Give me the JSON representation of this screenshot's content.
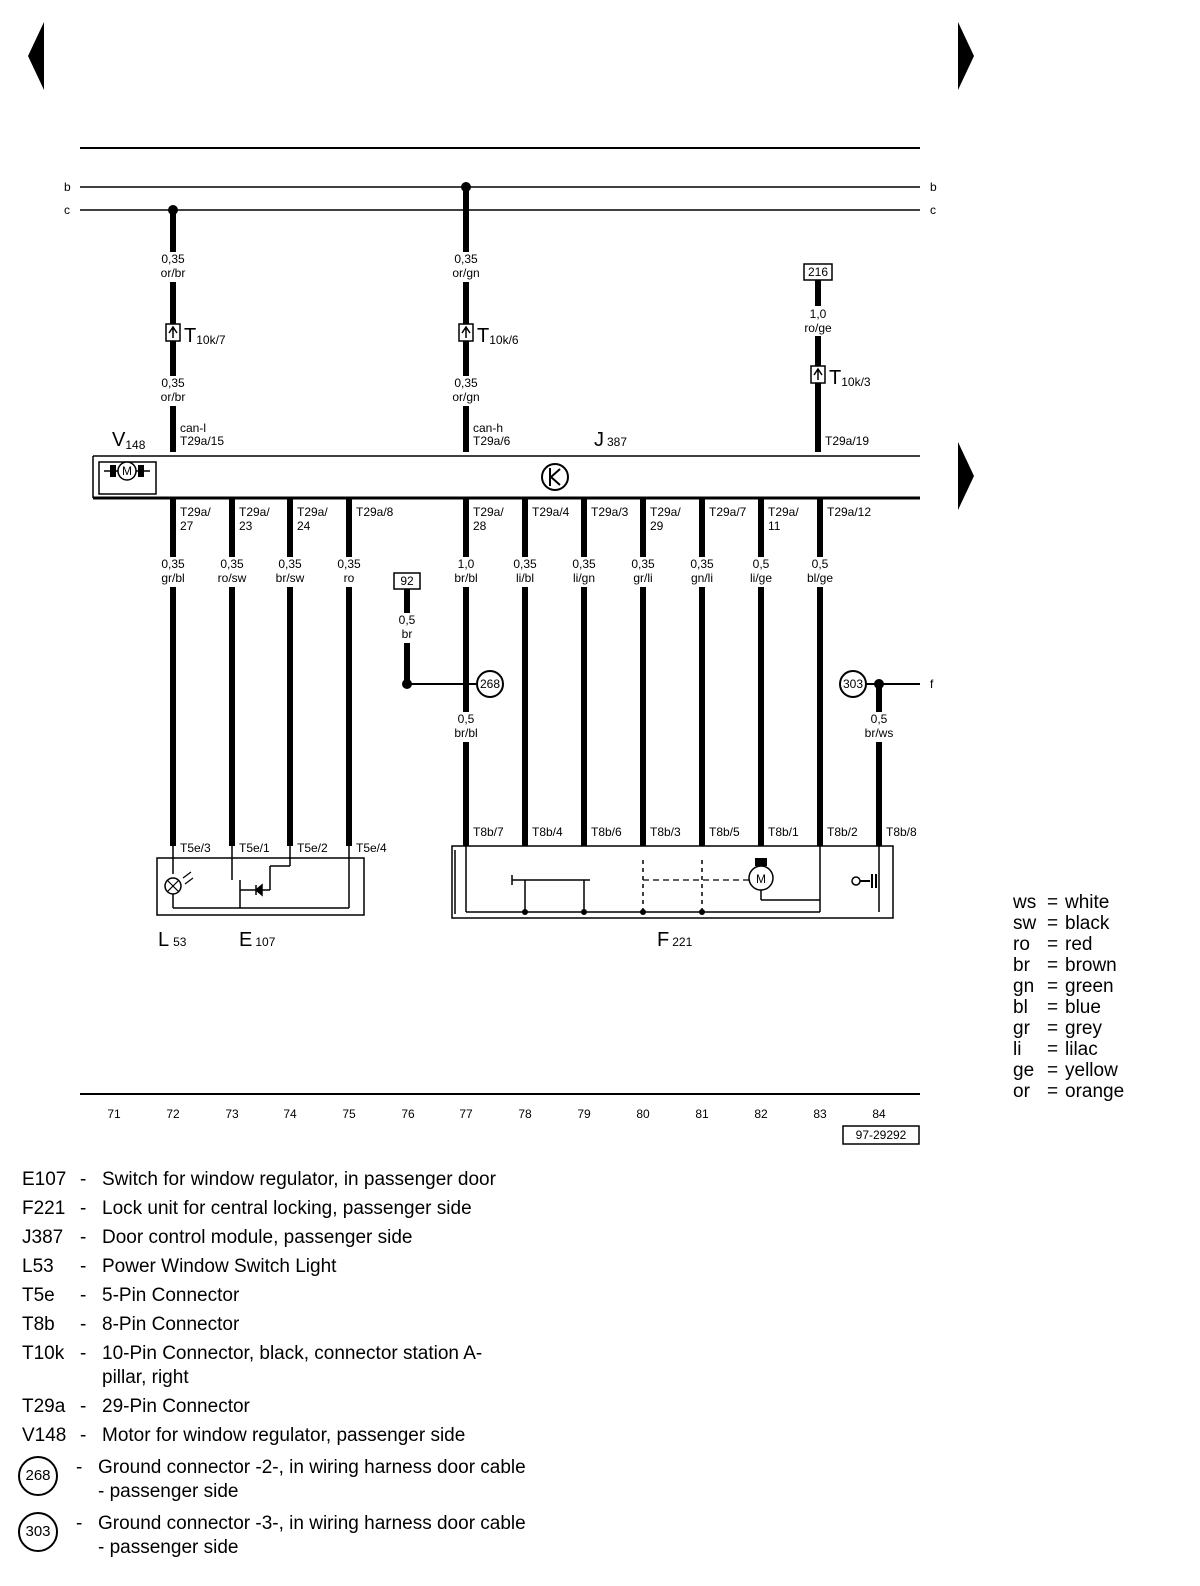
{
  "nav": {
    "prev_label": "previous page",
    "next_label": "next page"
  },
  "buses": {
    "b": "b",
    "c": "c",
    "f": "f"
  },
  "components": {
    "j387": {
      "letter": "J",
      "sub": "387"
    },
    "v148": {
      "letter": "V",
      "sub": "148"
    },
    "l53": {
      "letter": "L",
      "sub": "53"
    },
    "e107": {
      "letter": "E",
      "sub": "107"
    },
    "f221": {
      "letter": "F",
      "sub": "221"
    }
  },
  "upper_wires": [
    {
      "top_size": "0,35",
      "top_color": "or/br",
      "connector": "T",
      "connector_sub": "10k/7",
      "bot_size": "0,35",
      "bot_color": "or/br",
      "signal": "can-l",
      "pin": "T29a/15"
    },
    {
      "top_size": "0,35",
      "top_color": "or/gn",
      "connector": "T",
      "connector_sub": "10k/6",
      "bot_size": "0,35",
      "bot_color": "or/gn",
      "signal": "can-h",
      "pin": "T29a/6"
    },
    {
      "ref": "216",
      "size": "1,0",
      "color": "ro/ge",
      "connector": "T",
      "connector_sub": "10k/3",
      "pin": "T29a/19"
    }
  ],
  "lower_pins": [
    {
      "l1": "T29a/",
      "l2": "27",
      "size": "0,35",
      "color": "gr/bl",
      "bottom": "T5e/3"
    },
    {
      "l1": "T29a/",
      "l2": "23",
      "size": "0,35",
      "color": "ro/sw",
      "bottom": "T5e/1"
    },
    {
      "l1": "T29a/",
      "l2": "24",
      "size": "0,35",
      "color": "br/sw",
      "bottom": "T5e/2"
    },
    {
      "l1": "T29a/8",
      "l2": "",
      "size": "0,35",
      "color": "ro",
      "bottom": "T5e/4"
    },
    {
      "l1": "T29a/",
      "l2": "28",
      "size": "1,0",
      "color": "br/bl",
      "bottom": "T8b/7"
    },
    {
      "l1": "T29a/4",
      "l2": "",
      "size": "0,35",
      "color": "li/bl",
      "bottom": "T8b/4"
    },
    {
      "l1": "T29a/3",
      "l2": "",
      "size": "0,35",
      "color": "li/gn",
      "bottom": "T8b/6"
    },
    {
      "l1": "T29a/",
      "l2": "29",
      "size": "0,35",
      "color": "gr/li",
      "bottom": "T8b/3"
    },
    {
      "l1": "T29a/7",
      "l2": "",
      "size": "0,35",
      "color": "gn/li",
      "bottom": "T8b/5"
    },
    {
      "l1": "T29a/",
      "l2": "11",
      "size": "0,5",
      "color": "li/ge",
      "bottom": "T8b/1"
    },
    {
      "l1": "T29a/12",
      "l2": "",
      "size": "0,5",
      "color": "bl/ge",
      "bottom": "T8b/2"
    }
  ],
  "ground_268": {
    "ref": "92",
    "wire_size": "0,5",
    "wire_color": "br",
    "circle": "268",
    "after_size": "0,5",
    "after_color": "br/bl"
  },
  "ground_303": {
    "circle": "303",
    "size": "0,5",
    "color": "br/ws",
    "bottom": "T8b/8"
  },
  "motor_label": "M",
  "grid": [
    "71",
    "72",
    "73",
    "74",
    "75",
    "76",
    "77",
    "78",
    "79",
    "80",
    "81",
    "82",
    "83",
    "84"
  ],
  "diagram_id": "97-29292",
  "color_legend": [
    {
      "abbr": "ws",
      "name": "white"
    },
    {
      "abbr": "sw",
      "name": "black"
    },
    {
      "abbr": "ro",
      "name": "red"
    },
    {
      "abbr": "br",
      "name": "brown"
    },
    {
      "abbr": "gn",
      "name": "green"
    },
    {
      "abbr": "bl",
      "name": "blue"
    },
    {
      "abbr": "gr",
      "name": "grey"
    },
    {
      "abbr": "li",
      "name": "lilac"
    },
    {
      "abbr": "ge",
      "name": "yellow"
    },
    {
      "abbr": "or",
      "name": "orange"
    }
  ],
  "key": [
    {
      "code": "E107",
      "desc": "Switch for window regulator, in passenger door"
    },
    {
      "code": "F221",
      "desc": "Lock unit for central locking, passenger side"
    },
    {
      "code": "J387",
      "desc": "Door control module, passenger side"
    },
    {
      "code": "L53",
      "desc": "Power Window Switch Light"
    },
    {
      "code": "T5e",
      "desc": "5-Pin Connector"
    },
    {
      "code": "T8b",
      "desc": "8-Pin Connector"
    },
    {
      "code": "T10k",
      "desc": "10-Pin Connector, black, connector station A-pillar, right"
    },
    {
      "code": "T29a",
      "desc": "29-Pin Connector"
    },
    {
      "code": "V148",
      "desc": "Motor for window regulator, passenger side"
    }
  ],
  "ground_key": [
    {
      "num": "268",
      "desc": "Ground connector -2-, in wiring harness door cable - passenger side"
    },
    {
      "num": "303",
      "desc": "Ground connector -3-, in wiring harness door cable - passenger side"
    }
  ]
}
